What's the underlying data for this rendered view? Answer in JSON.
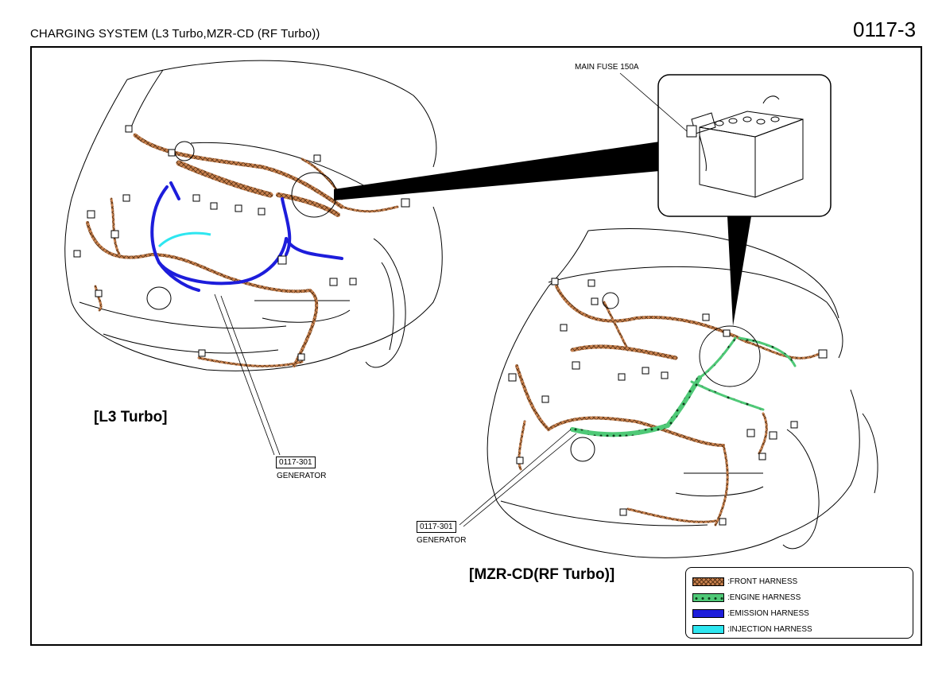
{
  "header": {
    "title": "CHARGING SYSTEM (L3 Turbo,MZR-CD (RF Turbo))",
    "page_code": "0117-3"
  },
  "callouts": {
    "main_fuse": "MAIN FUSE 150A",
    "left_code": "0117-301",
    "left_component": "GENERATOR",
    "right_code": "0117-301",
    "right_component": "GENERATOR"
  },
  "views": {
    "left_title": "[L3 Turbo]",
    "right_title": "[MZR-CD(RF Turbo)]"
  },
  "legend": {
    "items": [
      {
        "label": ":FRONT HARNESS",
        "color": "#c9824f"
      },
      {
        "label": ":ENGINE HARNESS",
        "color": "#4fc977"
      },
      {
        "label": ":EMISSION HARNESS",
        "color": "#1d1ddb"
      },
      {
        "label": ":INJECTION HARNESS",
        "color": "#2ee6f0"
      }
    ]
  }
}
